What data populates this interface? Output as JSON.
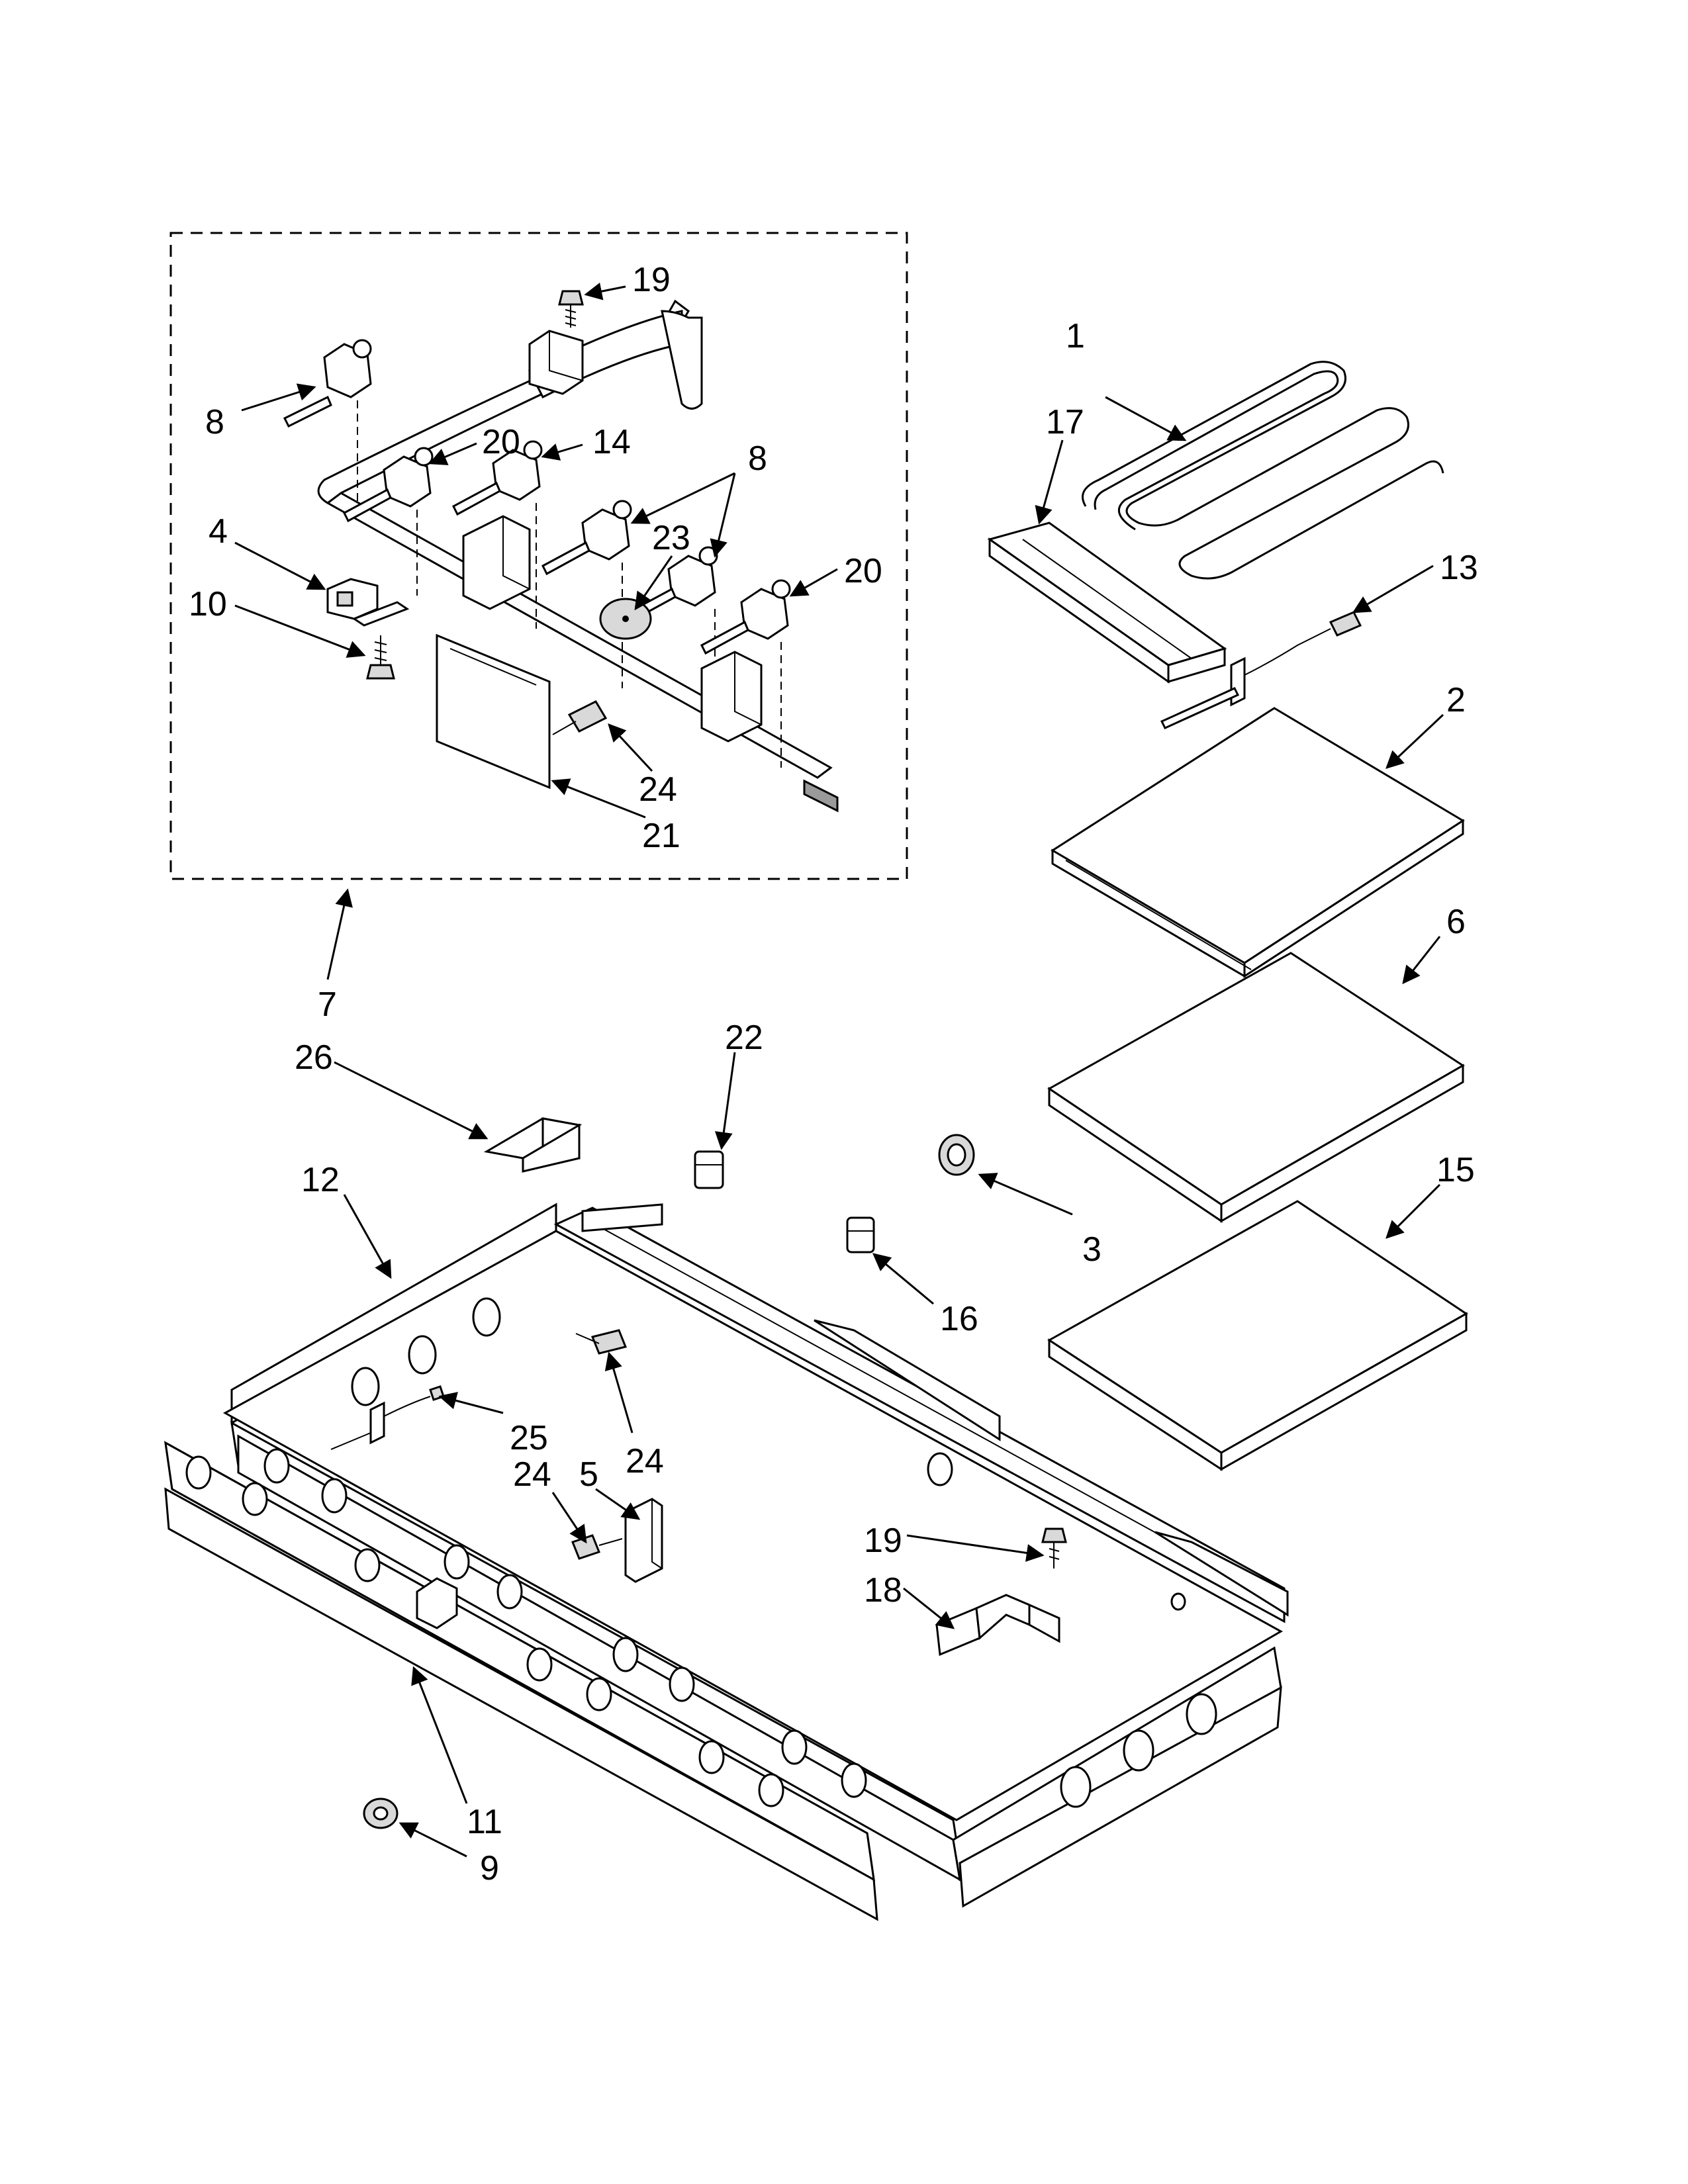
{
  "callouts": {
    "c19a": "19",
    "c1": "1",
    "c17": "17",
    "c8a": "8",
    "c20a": "20",
    "c14": "14",
    "c8b": "8",
    "c4": "4",
    "c23": "23",
    "c20b": "20",
    "c13": "13",
    "c10": "10",
    "c2": "2",
    "c24a": "24",
    "c21": "21",
    "c6": "6",
    "c7": "7",
    "c22": "22",
    "c26": "26",
    "c15": "15",
    "c12": "12",
    "c3": "3",
    "c16": "16",
    "c25": "25",
    "c24b": "24",
    "c5": "5",
    "c24c": "24",
    "c19b": "19",
    "c18": "18",
    "c11": "11",
    "c9": "9"
  }
}
